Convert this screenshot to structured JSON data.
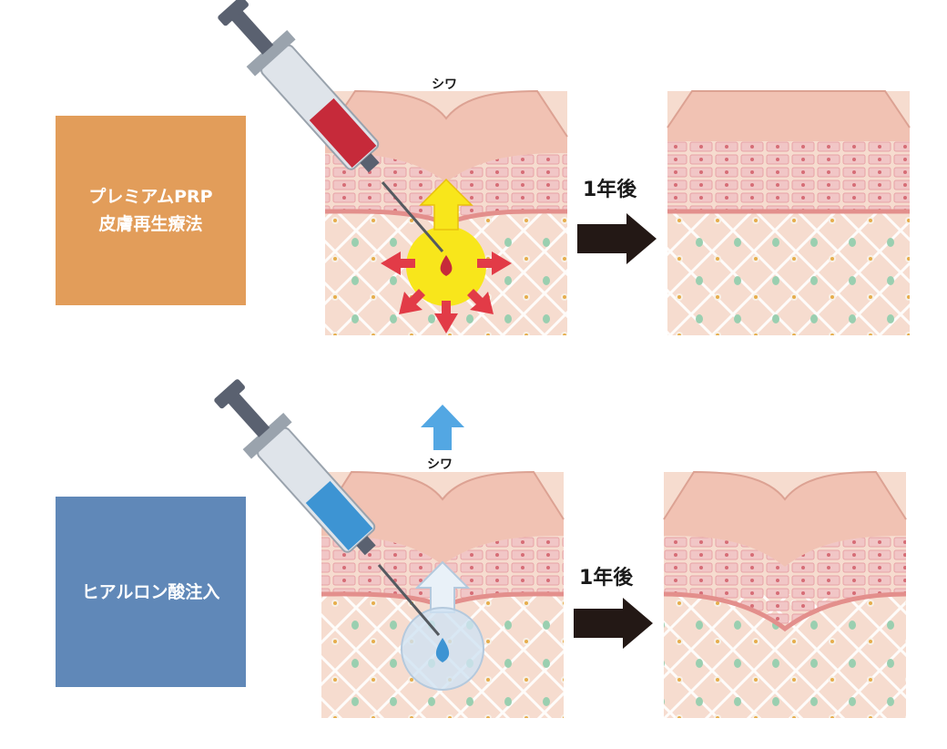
{
  "colors": {
    "prp_box": "#e29d5a",
    "ha_box": "#6088b8",
    "skin_surface": "#f1c2b3",
    "skin_dermis": "#f6dccf",
    "fibroblast": "#f2a8ab",
    "collagen": "#ffffff",
    "arrow_dark": "#231815",
    "prp_blood": "#c62a3a",
    "prp_glow": "#f8e61b",
    "prp_arrow": "#e23b47",
    "ha_fluid": "#3d94d3",
    "ha_sphere": "#cfe2f2",
    "ha_up_arrow": "#53a7e3",
    "syringe_barrel": "#dfe4ea",
    "syringe_plunger": "#5a6170"
  },
  "rows": [
    {
      "label": "プレミアムPRP\n皮膚再生療法",
      "wrinkle_label": "シワ",
      "arrow_label": "1年後"
    },
    {
      "label": "ヒアルロン酸注入",
      "wrinkle_label": "シワ",
      "arrow_label": "1年後"
    }
  ]
}
